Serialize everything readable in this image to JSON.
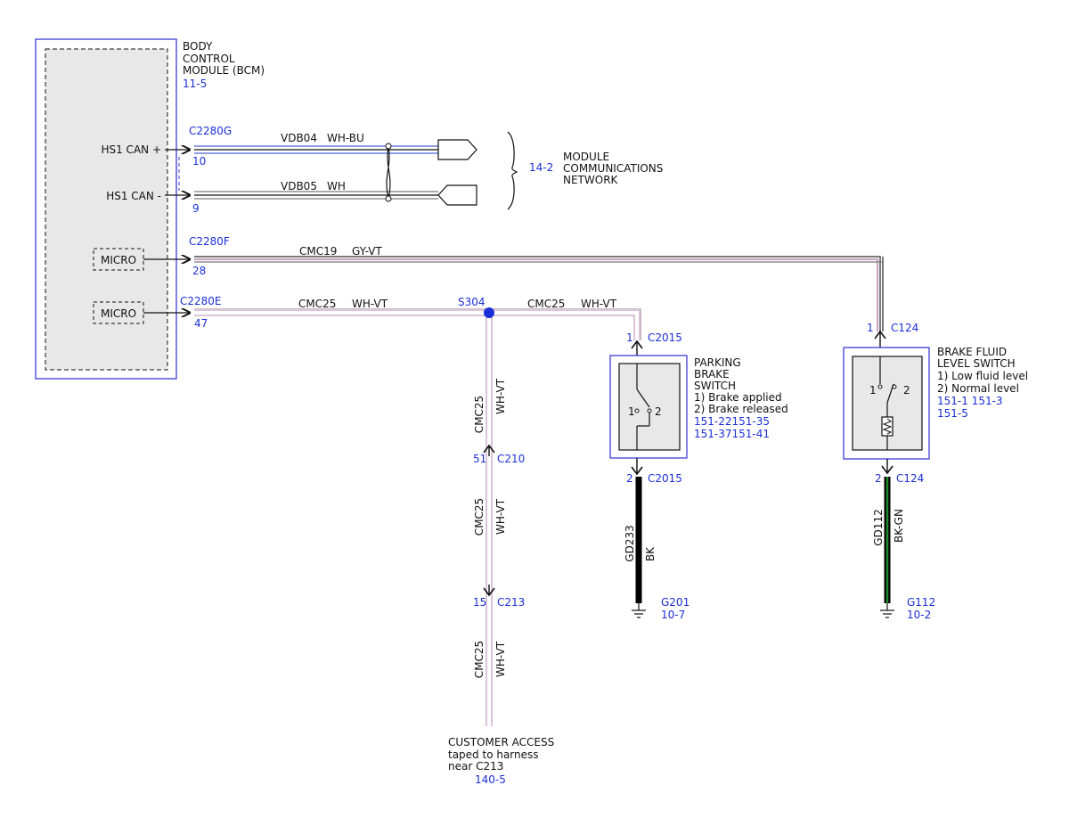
{
  "colors": {
    "ink": "#111111",
    "ref": "#1a2fd6",
    "outline": "#3b3bd6",
    "fill": "#e8e8e8",
    "wht": "#ffffff",
    "violet": "#c7a3c4",
    "blue": "#4a63d9",
    "gray": "#7a7a7a",
    "green": "#1f8a2a",
    "black": "#000000"
  },
  "bcm": {
    "title": [
      "BODY",
      "CONTROL",
      "MODULE (BCM)"
    ],
    "ref": "11-5",
    "pins": [
      {
        "label": "HS1 CAN +",
        "connector": "C2280G",
        "pin": "10"
      },
      {
        "label": "HS1 CAN -",
        "connector": "",
        "pin": "9"
      },
      {
        "label": "MICRO",
        "connector": "C2280F",
        "pin": "28"
      },
      {
        "label": "MICRO",
        "connector": "C2280E",
        "pin": "47"
      }
    ]
  },
  "wires": {
    "vdb04": {
      "circuit": "VDB04",
      "color": "WH-BU"
    },
    "vdb05": {
      "circuit": "VDB05",
      "color": "WH"
    },
    "cmc19": {
      "circuit": "CMC19",
      "color": "GY-VT"
    },
    "cmc25_a": {
      "circuit": "CMC25",
      "color": "WH-VT"
    },
    "cmc25_b": {
      "circuit": "CMC25",
      "color": "WH-VT"
    },
    "cmc25_v1": {
      "circuit": "CMC25",
      "color": "WH-VT"
    },
    "cmc25_v2": {
      "circuit": "CMC25",
      "color": "WH-VT"
    },
    "cmc25_v3": {
      "circuit": "CMC25",
      "color": "WH-VT"
    },
    "gd233": {
      "circuit": "GD233",
      "color": "BK"
    },
    "gd112": {
      "circuit": "GD112",
      "color": "BK-GN"
    }
  },
  "network": {
    "ref": "14-2",
    "title": [
      "MODULE",
      "COMMUNICATIONS",
      "NETWORK"
    ]
  },
  "splice": {
    "id": "S304"
  },
  "connectors": {
    "c210": {
      "pin": "51",
      "id": "C210"
    },
    "c213": {
      "pin": "15",
      "id": "C213"
    },
    "c2015_top": {
      "pin": "1",
      "id": "C2015"
    },
    "c2015_bot": {
      "pin": "2",
      "id": "C2015"
    },
    "c124_top": {
      "pin": "1",
      "id": "C124"
    },
    "c124_bot": {
      "pin": "2",
      "id": "C124"
    }
  },
  "parking_switch": {
    "title": [
      "PARKING",
      "BRAKE",
      "SWITCH"
    ],
    "states": [
      "1) Brake applied",
      "2) Brake released"
    ],
    "refs": [
      "151-22151-35",
      "151-37151-41"
    ],
    "contact_labels": [
      "1",
      "2"
    ]
  },
  "fluid_switch": {
    "title": [
      "BRAKE FLUID",
      "LEVEL SWITCH"
    ],
    "states": [
      "1) Low fluid level",
      "2) Normal level"
    ],
    "refs": [
      "151-1 151-3",
      "151-5"
    ],
    "contact_labels": [
      "1",
      "2"
    ]
  },
  "grounds": {
    "g201": {
      "id": "G201",
      "ref": "10-7"
    },
    "g112": {
      "id": "G112",
      "ref": "10-2"
    }
  },
  "customer_access": {
    "lines": [
      "CUSTOMER ACCESS",
      "taped to harness",
      "near C213"
    ],
    "ref": "140-5"
  }
}
